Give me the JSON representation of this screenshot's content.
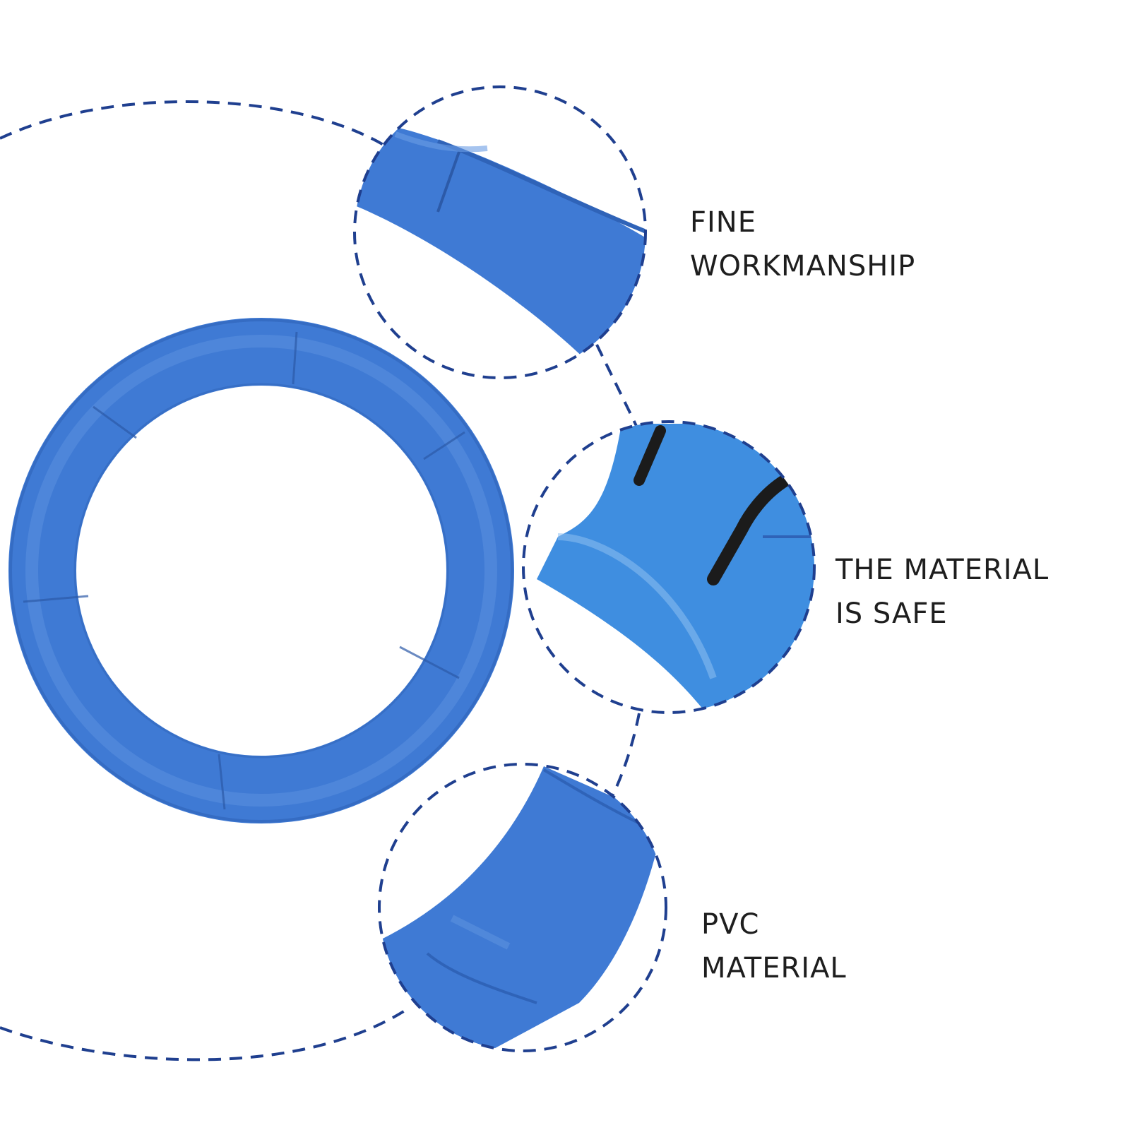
{
  "colors": {
    "pad_blue": "#3f7ad4",
    "pad_blue_light": "#5b92e0",
    "pad_blue_dark": "#2f63b8",
    "dash_line": "#1f3f8f",
    "strap": "#1b1b1b",
    "text": "#1e1e1e",
    "background": "#ffffff"
  },
  "features": [
    {
      "line1": "FINE",
      "line2": "WORKMANSHIP",
      "image": "pad-edge-seam-closeup"
    },
    {
      "line1": "THE MATERIAL",
      "line2": "IS SAFE",
      "image": "pad-strap-closeup"
    },
    {
      "line1": "PVC",
      "line2": "MATERIAL",
      "image": "pad-curve-closeup"
    }
  ],
  "product": {
    "image": "trampoline-safety-pad-ring"
  }
}
